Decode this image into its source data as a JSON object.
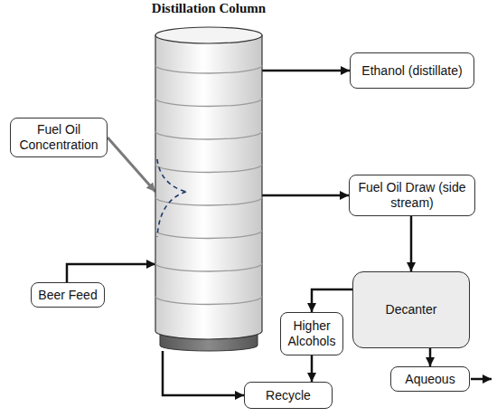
{
  "diagram": {
    "nodes": [
      {
        "text": [
          "Distillation Column"
        ]
      },
      {
        "text": [
          "Ethanol (distillate)"
        ]
      },
      {
        "text": [
          "Fuel Oil Concentration"
        ]
      },
      {
        "text": [
          "Fuel Oil Draw (side stream)"
        ]
      },
      {
        "text": [
          "Beer Feed"
        ]
      },
      {
        "text": [
          "Decanter"
        ]
      },
      {
        "text": [
          "Higher Alcohols"
        ]
      },
      {
        "text": [
          "Aqueous"
        ]
      },
      {
        "text": [
          "Recycle"
        ]
      }
    ],
    "edges": [
      {
        "from": 0,
        "to": 1,
        "arrow": "to"
      },
      {
        "from": 2,
        "to": 0,
        "arrow": "to"
      },
      {
        "from": 0,
        "to": 3,
        "arrow": "to"
      },
      {
        "from": 3,
        "to": 5,
        "arrow": "to"
      },
      {
        "from": 4,
        "to": 0,
        "arrow": "to"
      },
      {
        "from": 5,
        "to": 6,
        "arrow": "to"
      },
      {
        "from": 5,
        "to": 7,
        "arrow": "to"
      },
      {
        "from": 6,
        "to": 8,
        "arrow": "to"
      },
      {
        "from": 0,
        "to": 8,
        "arrow": "to"
      }
    ]
  }
}
